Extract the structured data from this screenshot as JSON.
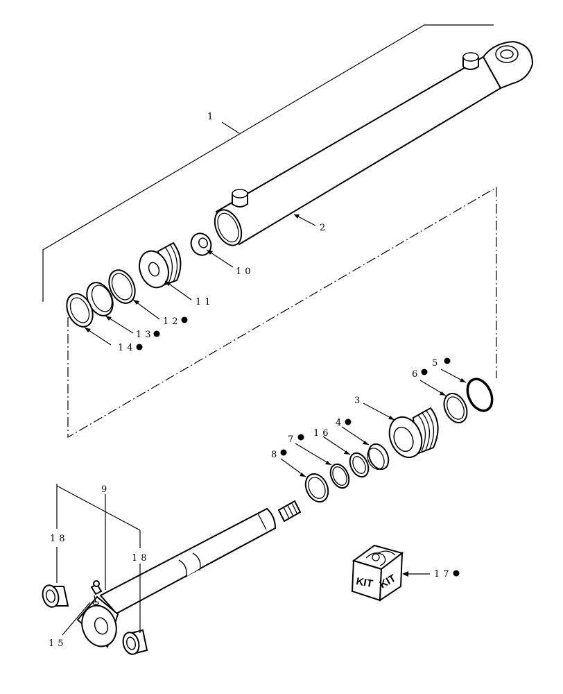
{
  "callouts": [
    {
      "id": "1",
      "label": "1",
      "kit_marker": false
    },
    {
      "id": "2",
      "label": "2",
      "kit_marker": false
    },
    {
      "id": "3",
      "label": "3",
      "kit_marker": false
    },
    {
      "id": "4",
      "label": "4",
      "kit_marker": true
    },
    {
      "id": "5",
      "label": "5",
      "kit_marker": true
    },
    {
      "id": "6",
      "label": "6",
      "kit_marker": true
    },
    {
      "id": "7",
      "label": "7",
      "kit_marker": true
    },
    {
      "id": "8",
      "label": "8",
      "kit_marker": true
    },
    {
      "id": "9",
      "label": "9",
      "kit_marker": false
    },
    {
      "id": "10",
      "label": "10",
      "kit_marker": false
    },
    {
      "id": "11",
      "label": "11",
      "kit_marker": false
    },
    {
      "id": "12",
      "label": "12",
      "kit_marker": true
    },
    {
      "id": "13",
      "label": "13",
      "kit_marker": true
    },
    {
      "id": "14",
      "label": "14",
      "kit_marker": true
    },
    {
      "id": "15",
      "label": "15",
      "kit_marker": false
    },
    {
      "id": "16",
      "label": "16",
      "kit_marker": false
    },
    {
      "id": "17",
      "label": "17",
      "kit_marker": true
    },
    {
      "id": "18a",
      "label": "18",
      "kit_marker": false
    },
    {
      "id": "18b",
      "label": "18",
      "kit_marker": false
    }
  ],
  "kit_box": {
    "face_left": "KIT",
    "face_right": "KIT"
  },
  "colors": {
    "line": "#000000",
    "background": "#ffffff"
  }
}
